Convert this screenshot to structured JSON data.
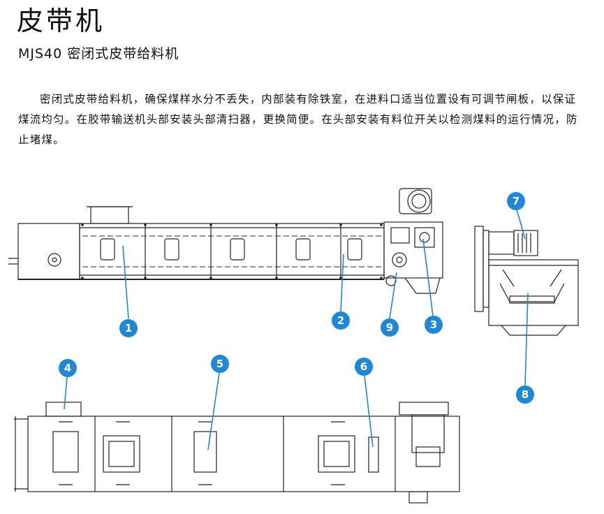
{
  "document": {
    "title": "皮带机",
    "subtitle": "MJS40 密闭式皮带给料机",
    "description": "密闭式皮带给料机，确保煤样水分不丢失，内部装有除铁室，在进料口适当位置设有可调节闸板，以保证煤流均匀。在胶带输送机头部安装头部清扫器，更换简便。在头部安装有料位开关以检测煤料的运行情况，防止堵煤。"
  },
  "callouts": [
    "1",
    "2",
    "3",
    "4",
    "5",
    "6",
    "7",
    "8",
    "9"
  ],
  "colors": {
    "callout_fill": "#1e88d6",
    "leader_line": "#1e88d6",
    "drawing_line": "#222222"
  }
}
